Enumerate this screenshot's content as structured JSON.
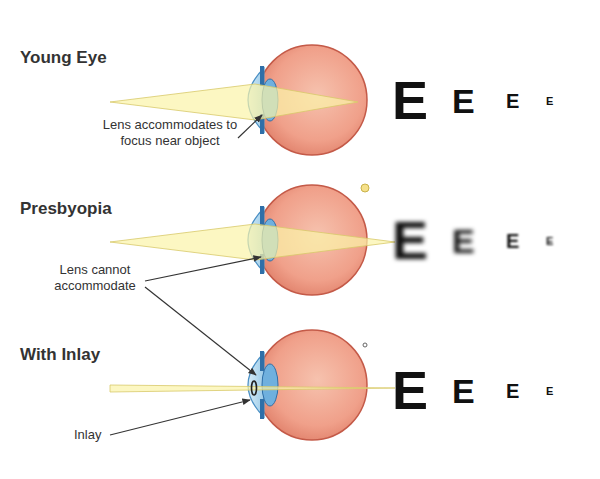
{
  "diagram": {
    "labels": [
      "Young Eye",
      "Lens accommodates to focus near object",
      "E",
      "E",
      "E",
      "E",
      "Presbyopia",
      "Lens cannot accommodate",
      "E",
      "E",
      "E",
      "E",
      "With Inlay",
      "Inlay",
      "E",
      "E",
      "E",
      "E"
    ]
  }
}
